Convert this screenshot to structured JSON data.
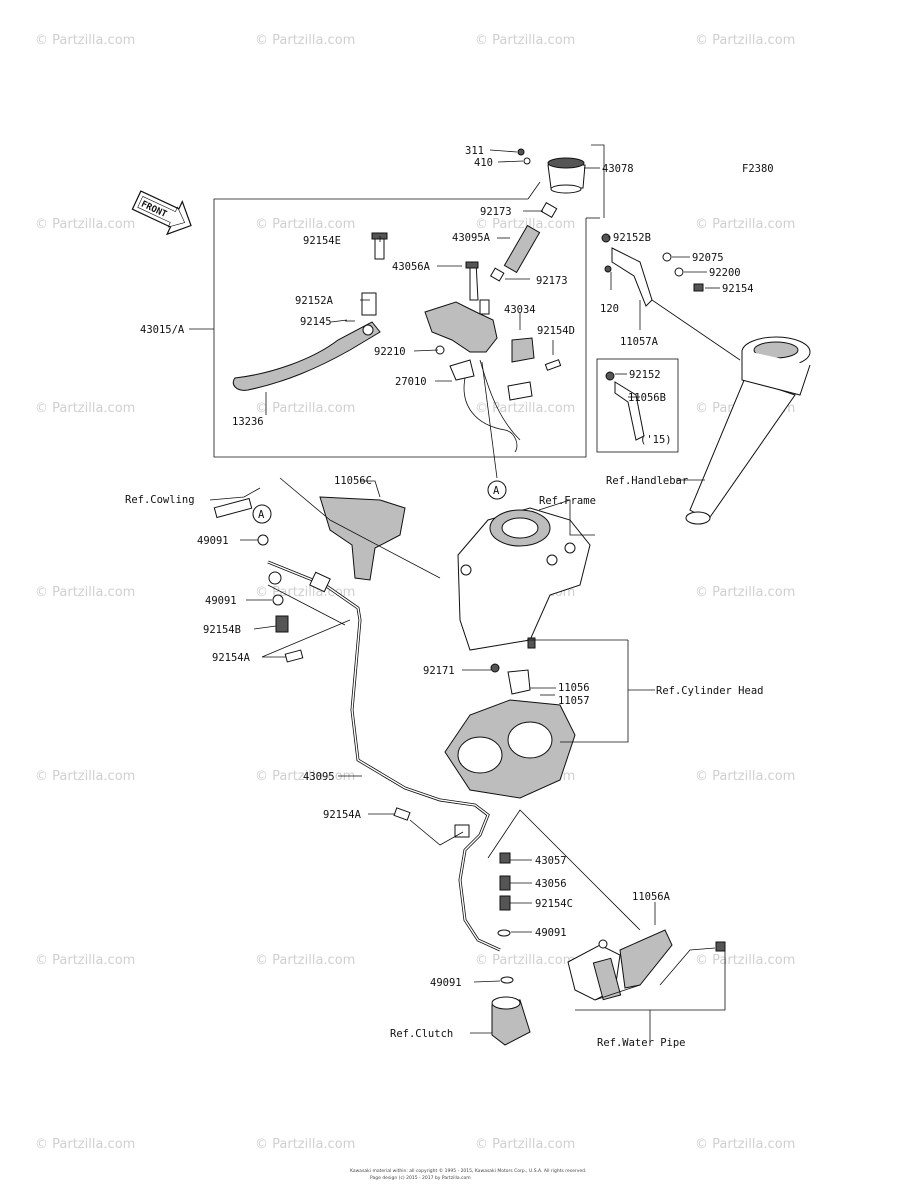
{
  "watermark": "© Partzilla.com",
  "figure_code": "F2380",
  "front_label": "FRONT",
  "copyright": "Kawasaki material within: all copyright © 1995 - 2015, Kawasaki Motors Corp., U.S.A. All rights reserved.",
  "copyright2": "Page design (c) 2015 - 2017 by Partzilla.com",
  "labels": {
    "l311": "311",
    "l410": "410",
    "l43078": "43078",
    "l92173a": "92173",
    "l43095A": "43095A",
    "l92154E": "92154E",
    "l43056A": "43056A",
    "l92173b": "92173",
    "l43034": "43034",
    "l92152A": "92152A",
    "l92145": "92145",
    "l43015A": "43015/A",
    "l92210": "92210",
    "l92154D": "92154D",
    "l27010": "27010",
    "l13236": "13236",
    "l92152B": "92152B",
    "l92075": "92075",
    "l92200": "92200",
    "l92154": "92154",
    "l120": "120",
    "l11057A": "11057A",
    "l92152": "92152",
    "l11056B": "11056B",
    "l15": "('15)",
    "lRefHandlebar": "Ref.Handlebar",
    "l11056C": "11056C",
    "lRefCowling": "Ref.Cowling",
    "lRefFrame": "Ref.Frame",
    "lA1": "A",
    "lA2": "A",
    "l49091a": "49091",
    "l49091b": "49091",
    "l92154B": "92154B",
    "l92154Aa": "92154A",
    "l92171": "92171",
    "l11056": "11056",
    "l11057": "11057",
    "lRefCyl": "Ref.Cylinder Head",
    "l43095": "43095",
    "l92154Ab": "92154A",
    "l43057": "43057",
    "l43056": "43056",
    "l92154C": "92154C",
    "l49091c": "49091",
    "l49091d": "49091",
    "l11056A": "11056A",
    "lRefClutch": "Ref.Clutch",
    "lRefWater": "Ref.Water Pipe"
  }
}
